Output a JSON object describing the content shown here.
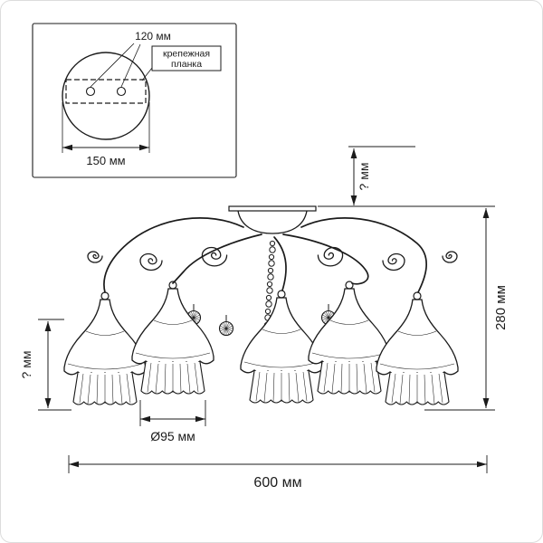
{
  "colors": {
    "line": "#1b1b1b",
    "background": "#ffffff"
  },
  "inset": {
    "holes_spacing": "120 мм",
    "bracket_line1": "крепежная",
    "bracket_line2": "планка",
    "plate_diameter": "150 мм"
  },
  "dimensions": {
    "mount_height": "? мм",
    "overall_height": "280 мм",
    "shade_height": "? мм",
    "shade_diameter": "Ø95 мм",
    "overall_width": "600 мм"
  }
}
